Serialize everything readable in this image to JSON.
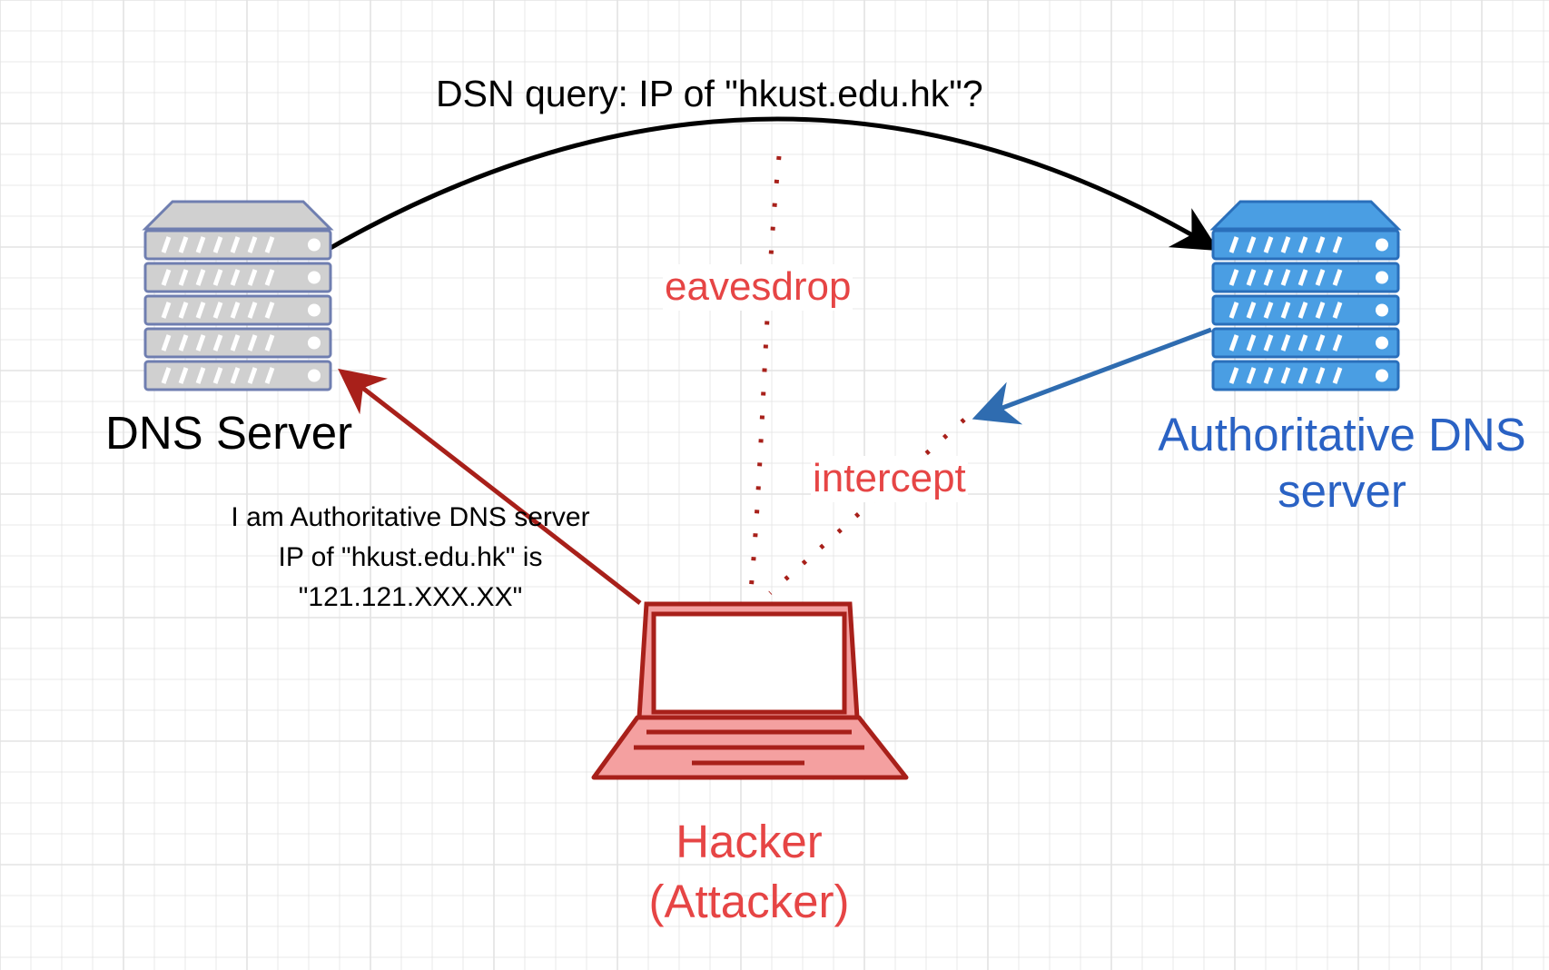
{
  "colors": {
    "background": "#ffffff",
    "grid": "#e3e3e3",
    "text": "#000000",
    "dns_server_fill": "#d0d0d0",
    "dns_server_stroke": "#6f7eb0",
    "auth_server_fill": "#4a9ee3",
    "auth_server_stroke": "#2a6fbb",
    "auth_label": "#2a62c4",
    "attacker": "#e64545",
    "attacker_dark": "#a8201a",
    "attacker_light": "#f4a0a0",
    "response_arrow": "#2f6cb0"
  },
  "nodes": {
    "dns_server": {
      "label": "DNS Server",
      "icon": "server-rack-icon"
    },
    "auth_server": {
      "label_lines": [
        "Authoritative DNS",
        "server"
      ],
      "icon": "server-rack-icon"
    },
    "hacker": {
      "label_lines": [
        "Hacker",
        "(Attacker)"
      ],
      "icon": "laptop-icon"
    }
  },
  "edges": {
    "query": {
      "label": "DSN query: IP of \"hkust.edu.hk\"?"
    },
    "eavesdrop": {
      "label": "eavesdrop"
    },
    "intercept": {
      "label": "intercept"
    },
    "spoofed_response": {
      "label_lines": [
        "I am Authoritative DNS server",
        "IP of \"hkust.edu.hk\" is",
        "\"121.121.XXX.XX\""
      ]
    }
  }
}
